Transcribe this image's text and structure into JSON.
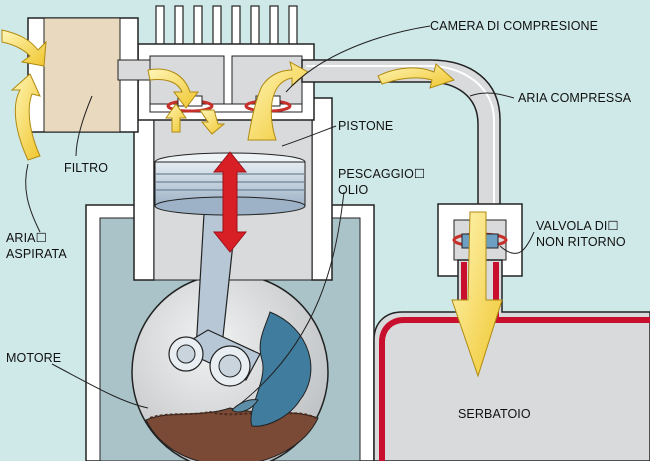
{
  "labels": {
    "camera": "CAMERA DI COMPRESIONE",
    "aria_compressa": "ARIA COMPRESSA",
    "pistone": "PISTONE",
    "pescaggio_1": "PESCAGGIO☐",
    "pescaggio_2": "OLIO",
    "valvola_1": "VALVOLA DI☐",
    "valvola_2": "NON RITORNO",
    "filtro": "FILTRO",
    "aria_1": "ARIA☐",
    "aria_2": "ASPIRATA",
    "motore": "MOTORE",
    "serbatoio": "SERBATOIO"
  },
  "colors": {
    "background": "#cfe9e8",
    "wall": "#ffffff",
    "outline": "#222222",
    "cavity": "#d8d8d8",
    "crankcase": "#a9c3c9",
    "flow_arrow": "#f3d449",
    "motion_arrow": "#d81f26",
    "tank_lining": "#c8102e",
    "oil": "#7a4a36",
    "valve_disc": "#6d9fc2",
    "gasket": "#c6302a",
    "rod": "#b7c7d6"
  },
  "icons": [
    "intake-air-arrow",
    "air-flow-arrow",
    "piston-stroke-arrow",
    "tank-inflow-arrow"
  ]
}
